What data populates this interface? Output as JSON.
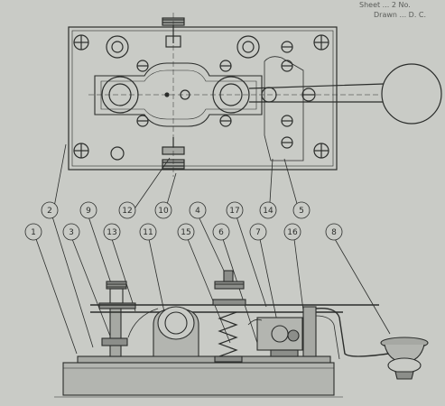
{
  "header": {
    "line1": "Sheet ... 2 No.",
    "line2": "Drawn ... D. C."
  },
  "callouts": [
    "1",
    "2",
    "3",
    "9",
    "13",
    "12",
    "11",
    "10",
    "15",
    "4",
    "17",
    "6",
    "14",
    "7",
    "16",
    "5",
    "8"
  ],
  "colors": {
    "paper": "#c9cbc6",
    "ink": "#2b2d2b",
    "shade": "#a6a8a3"
  }
}
